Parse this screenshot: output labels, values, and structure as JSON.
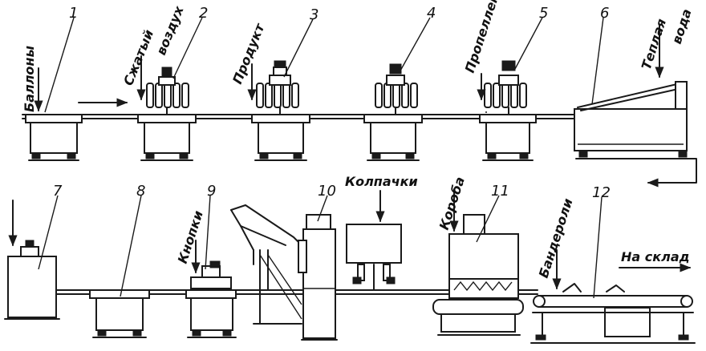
{
  "labels": {
    "ballony": "Баллоны",
    "szhatyi": "Сжатый",
    "vozdukh": "воздух",
    "produkt": "Продукт",
    "propellent": "Пропеллент",
    "teplaya": "Теплая",
    "voda": "вода",
    "knopki": "Кнопки",
    "kolpachki": "Колпачки",
    "koroba": "Короба",
    "banderoli": "Бандероли",
    "na_sklad": "На склад"
  },
  "numbers": {
    "n1": "1",
    "n2": "2",
    "n3": "3",
    "n4": "4",
    "n5": "5",
    "n6": "6",
    "n7": "7",
    "n8": "8",
    "n9": "9",
    "n10": "10",
    "n11": "11",
    "n12": "12"
  }
}
